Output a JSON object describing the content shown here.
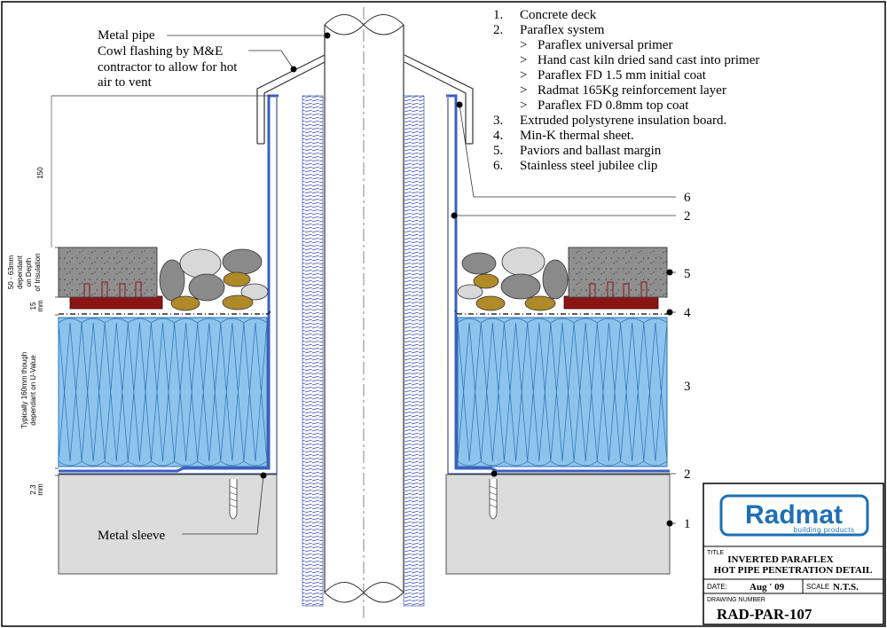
{
  "legend": {
    "items": [
      {
        "num": "1.",
        "text": "Concrete deck"
      },
      {
        "num": "2.",
        "text": "Paraflex system"
      },
      {
        "num": ">",
        "text": "Paraflex universal primer",
        "sub": true
      },
      {
        "num": ">",
        "text": "Hand cast kiln dried sand cast into primer",
        "sub": true
      },
      {
        "num": ">",
        "text": "Paraflex FD 1.5 mm initial coat",
        "sub": true
      },
      {
        "num": ">",
        "text": "Radmat 165Kg reinforcement layer",
        "sub": true
      },
      {
        "num": ">",
        "text": "Paraflex FD 0.8mm top coat",
        "sub": true
      },
      {
        "num": "3.",
        "text": "Extruded polystyrene insulation board."
      },
      {
        "num": "4.",
        "text": "Min-K thermal sheet."
      },
      {
        "num": "5.",
        "text": "Paviors and ballast margin"
      },
      {
        "num": "6.",
        "text": "Stainless steel jubilee clip"
      }
    ]
  },
  "callouts": {
    "metal_pipe": "Metal pipe",
    "cowl_line1": "Cowl flashing by M&E",
    "cowl_line2": "contractor to allow for hot",
    "cowl_line3": "air to vent",
    "metal_sleeve": "Metal sleeve"
  },
  "numbers": {
    "n6": "6",
    "n2a": "2",
    "n5": "5",
    "n4": "4",
    "n3": "3",
    "n2b": "2",
    "n1": "1"
  },
  "dimensions": {
    "d150": "150",
    "paviors_l1": "50 - 63mm",
    "paviors_l2": "dependant",
    "paviors_l3": "on Depth",
    "paviors_l4": "of Insulation",
    "d15_l1": "15",
    "d15_l2": "mm",
    "ins_l1": "Typically 160mm though",
    "ins_l2": "dependant on U-Value",
    "d23_l1": "2.3",
    "d23_l2": "mm"
  },
  "title_block": {
    "logo_name": "Radmat",
    "logo_tag": "building products",
    "title_label": "TITLE",
    "title_line1": "INVERTED PARAFLEX",
    "title_line2": "HOT PIPE PENETRATION DETAIL",
    "date_label": "DATE:",
    "date_value": "Aug ' 09",
    "scale_label": "SCALE",
    "scale_value": "N.T.S.",
    "drawing_number_label": "DRAWING NUMBER",
    "drawing_number": "RAD-PAR-107"
  },
  "colors": {
    "insulation": "#8cc4ee",
    "insulation_stroke": "#2d6fae",
    "membrane": "#3b5fc0",
    "pavior": "#9a9a9a",
    "ballast_grey": "#8a8a8a",
    "ballast_light": "#d8d8d8",
    "ballast_gold": "#b08a28",
    "rubber": "#8b1515",
    "concrete": "#dcdcdc",
    "logo_blue": "#1f6fb5"
  }
}
